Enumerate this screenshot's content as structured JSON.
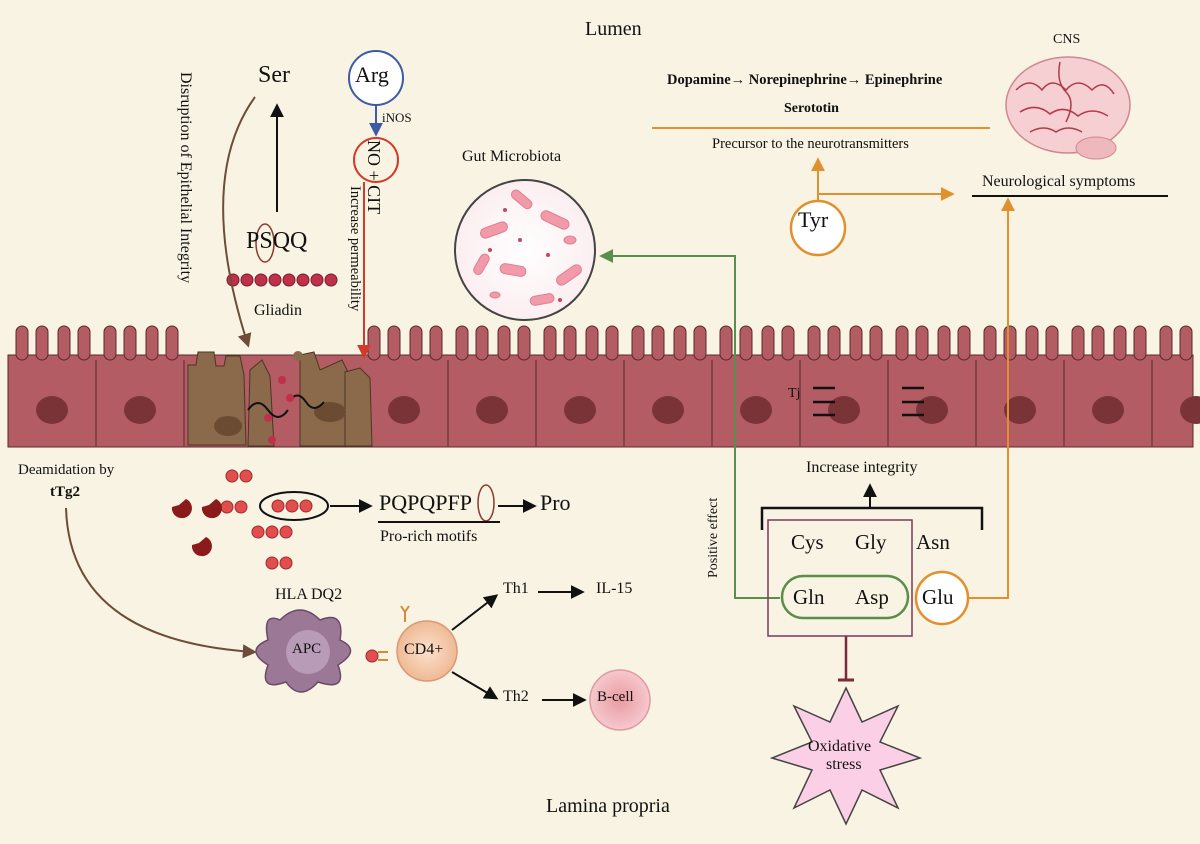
{
  "regions": {
    "lumen": "Lumen",
    "lamina_propria": "Lamina propria",
    "cns": "CNS"
  },
  "neurotransmitters": {
    "chain": "Dopamine→ Norepinephrine→ Epinephrine",
    "serotonin": "Serototin",
    "precursor": "Precursor to the neurotransmitters",
    "symptoms": "Neurological symptoms"
  },
  "amino_acids": {
    "ser": "Ser",
    "arg": "Arg",
    "tyr": "Tyr",
    "pro": "Pro",
    "cys": "Cys",
    "gly": "Gly",
    "asn": "Asn",
    "gln": "Gln",
    "asp": "Asp",
    "glu": "Glu"
  },
  "labels": {
    "inos": "iNOS",
    "no_cit": "NO + CIT",
    "increase_permeability": "Increase permeability",
    "disruption": "Disruption of Epithelial Integrity",
    "psqq": "PSQQ",
    "gliadin": "Gliadin",
    "gut_microbiota": "Gut Microbiota",
    "tj": "Tj",
    "increase_integrity": "Increase integrity",
    "positive_effect": "Positive effect",
    "deamidation": "Deamidation by",
    "ttg2": "tTg2",
    "pqpqpfp": "PQPQPFP",
    "pro_rich": "Pro-rich motifs",
    "hla": "HLA DQ2",
    "apc": "APC",
    "cd4": "CD4+",
    "th1": "Th1",
    "il15": "IL-15",
    "th2": "Th2",
    "bcell": "B-cell",
    "oxidative": "Oxidative",
    "stress": "stress"
  },
  "colors": {
    "background": "#f8f3e2",
    "cell_fill": "#b35c63",
    "cell_damaged": "#8b6a4c",
    "nucleus": "#7a3438",
    "green_arrow": "#5b8d4c",
    "orange_arrow": "#e0902e",
    "red_arrow": "#d23a2a",
    "blue_arrow": "#3d5aa8",
    "brown_arrow": "#6e4c38"
  }
}
